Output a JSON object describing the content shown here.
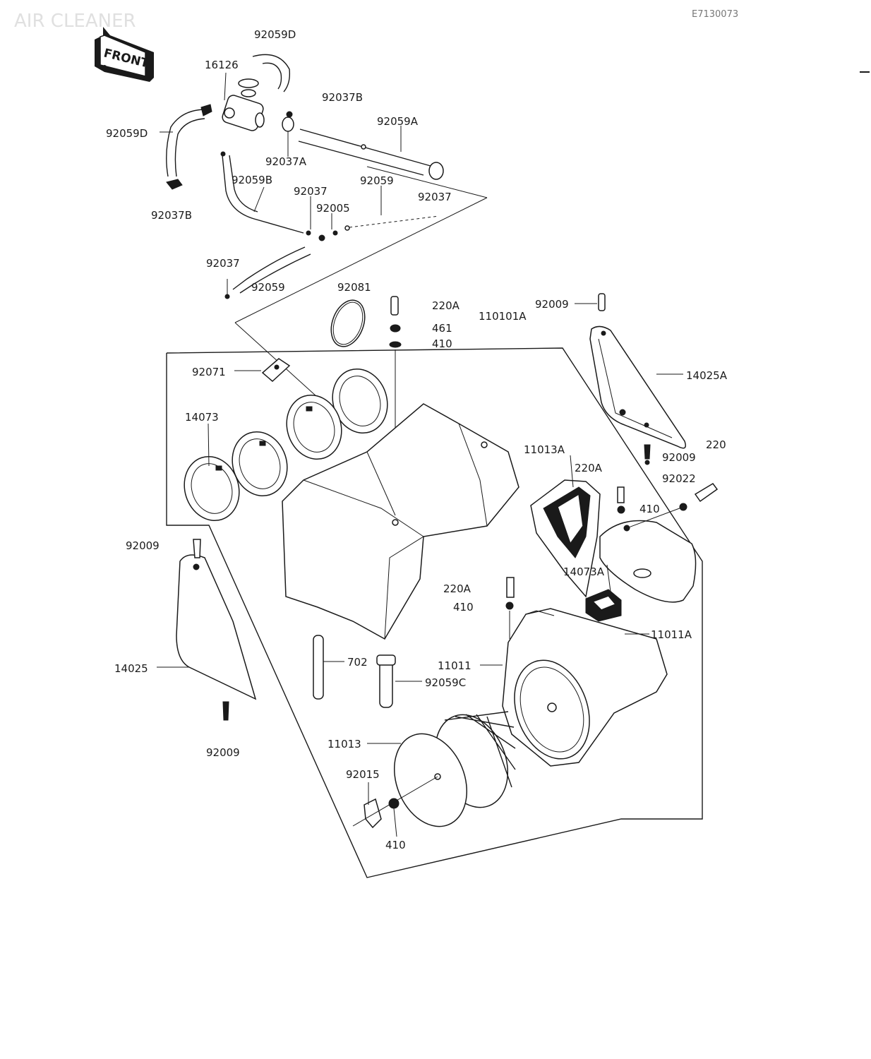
{
  "title": "AIR CLEANER",
  "ref_code": "E7130073",
  "front_tag": "FRONT",
  "labels": {
    "p92059D_top": "92059D",
    "p16126": "16126",
    "p92037B_top": "92037B",
    "p92059A": "92059A",
    "p92059D_left": "92059D",
    "p92037A": "92037A",
    "p92059B": "92059B",
    "p92037_a": "92037",
    "p92059_a": "92059",
    "p92037_b": "92037",
    "p92005": "92005",
    "p92037B_left": "92037B",
    "p92037_c": "92037",
    "p92059_b": "92059",
    "p92081": "92081",
    "p220A_top": "220A",
    "p461": "461",
    "p410_top": "410",
    "p110101A": "110101A",
    "p92009_top": "92009",
    "p92071": "92071",
    "p14025A": "14025A",
    "p14073": "14073",
    "p11013A": "11013A",
    "p220": "220",
    "p220A_mid": "220A",
    "p92009_right": "92009",
    "p92022": "92022",
    "p410_right": "410",
    "p92009_left": "92009",
    "p14073A": "14073A",
    "p220A_low": "220A",
    "p410_mid": "410",
    "p11011A": "11011A",
    "p14025": "14025",
    "p702": "702",
    "p11011": "11011",
    "p92059C": "92059C",
    "p92009_bottom": "92009",
    "p11013": "11013",
    "p92015": "92015",
    "p410_bottom": "410"
  }
}
